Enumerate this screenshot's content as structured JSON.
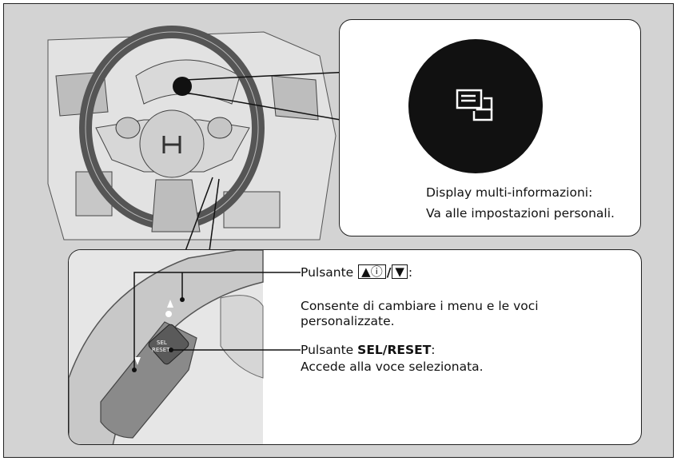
{
  "colors": {
    "background": "#d3d3d3",
    "panel": "#ffffff",
    "outline": "#222222",
    "callout_circle": "#111111",
    "steering_shade": "#c8c8c8",
    "switch_panel": "#8a8a8a"
  },
  "icons": {
    "display_icon": "customize-settings-icon",
    "up_info_button": "up-arrow-info-icon",
    "down_button": "down-arrow-icon"
  },
  "display_callout": {
    "line1": "Display multi-informazioni:",
    "line2": "Va alle impostazioni personali."
  },
  "arrow_button": {
    "prefix": "Pulsante ",
    "up_info_label": "▲ⓘ",
    "separator": "/",
    "down_label": "▼",
    "suffix": ":",
    "desc_line1": "Consente di cambiare i menu e le voci",
    "desc_line2": "personalizzate."
  },
  "sel_button": {
    "prefix": "Pulsante ",
    "label": "SEL/RESET",
    "suffix": ":",
    "desc": "Accede alla voce selezionata.",
    "switch_text_line1": "SEL",
    "switch_text_line2": "RESET"
  }
}
